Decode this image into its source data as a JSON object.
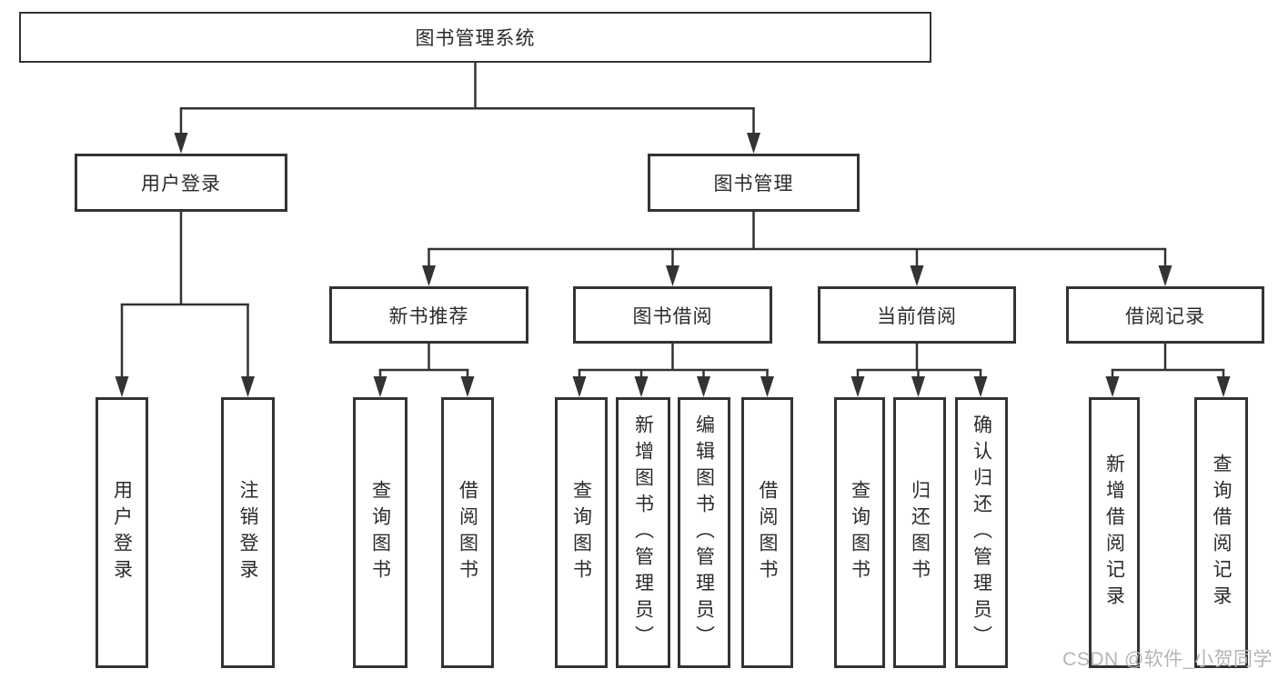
{
  "diagram_title": "图书管理系统",
  "nodes": {
    "root": "图书管理系统",
    "login": "用户登录",
    "mgmt": "图书管理",
    "rec": "新书推荐",
    "borrow": "图书借阅",
    "current": "当前借阅",
    "records": "借阅记录",
    "leaves": {
      "login_user": "用户登录",
      "login_logout": "注销登录",
      "rec_query": "查询图书",
      "rec_borrow": "借阅图书",
      "borrow_query": "查询图书",
      "borrow_add": "新增图书（管理员）",
      "borrow_edit": "编辑图书（管理员）",
      "borrow_borrow": "借阅图书",
      "current_query": "查询图书",
      "current_return": "归还图书",
      "current_confirm": "确认归还（管理员）",
      "records_add": "新增借阅记录",
      "records_query": "查询借阅记录"
    }
  },
  "watermark": "CSDN @软件_小贺同学",
  "colors": {
    "line": "#333333",
    "box_border": "#333333",
    "text": "#2b2b2b",
    "watermark": "#b5b5b5",
    "background": "#ffffff"
  }
}
